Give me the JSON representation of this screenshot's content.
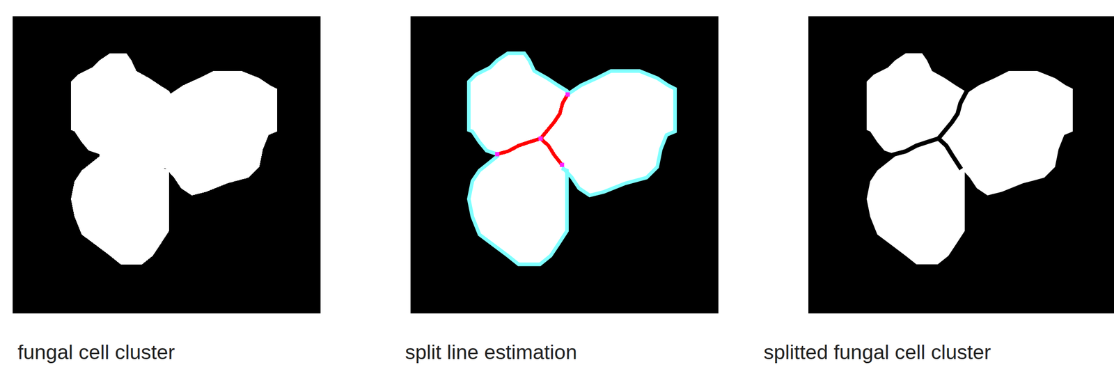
{
  "diagram": {
    "labels": [
      "fungal cell cluster",
      "split line estimation",
      "splitted fungal cell cluster"
    ]
  }
}
